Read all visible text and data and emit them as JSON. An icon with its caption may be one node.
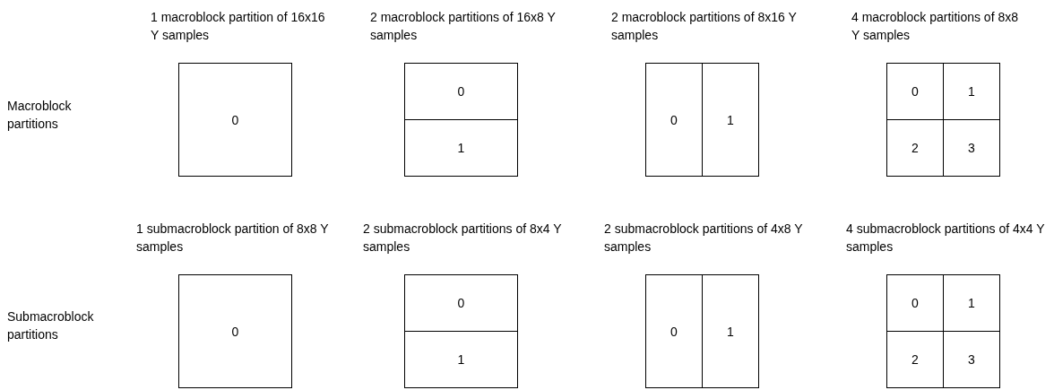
{
  "diagram": {
    "nodes": [
      {
        "text": [
          "1 macroblock partition of 16x16 Y samples"
        ]
      },
      {
        "text": [
          "0"
        ],
        "in": 0
      },
      {
        "text": [
          "2 macroblock partitions of 16x8 Y samples"
        ]
      },
      {
        "text": [
          "0"
        ],
        "in": 2
      },
      {
        "text": [
          "1"
        ],
        "in": 2
      },
      {
        "text": [
          "2 macroblock partitions of 8x16 Y samples"
        ]
      },
      {
        "text": [
          "0"
        ],
        "in": 5
      },
      {
        "text": [
          "1"
        ],
        "in": 5
      },
      {
        "text": [
          "4 macroblock partitions of 8x8 Y samples"
        ]
      },
      {
        "text": [
          "0"
        ],
        "in": 8
      },
      {
        "text": [
          "1"
        ],
        "in": 8
      },
      {
        "text": [
          "2"
        ],
        "in": 8
      },
      {
        "text": [
          "3"
        ],
        "in": 8
      },
      {
        "text": [
          "1 submacroblock partition of 8x8 Y samples"
        ]
      },
      {
        "text": [
          "0"
        ],
        "in": 13
      },
      {
        "text": [
          "2 submacroblock partitions of 8x4 Y samples"
        ]
      },
      {
        "text": [
          "0"
        ],
        "in": 15
      },
      {
        "text": [
          "1"
        ],
        "in": 15
      },
      {
        "text": [
          "2 submacroblock partitions of 4x8 Y samples"
        ]
      },
      {
        "text": [
          "0"
        ],
        "in": 18
      },
      {
        "text": [
          "1"
        ],
        "in": 18
      },
      {
        "text": [
          "4 submacroblock partitions of 4x4 Y samples"
        ]
      },
      {
        "text": [
          "0"
        ],
        "in": 21
      },
      {
        "text": [
          "1"
        ],
        "in": 21
      },
      {
        "text": [
          "2"
        ],
        "in": 21
      },
      {
        "text": [
          "3"
        ],
        "in": 21
      }
    ],
    "labels": [
      "Macroblock partitions",
      "Submacroblock partitions"
    ]
  }
}
